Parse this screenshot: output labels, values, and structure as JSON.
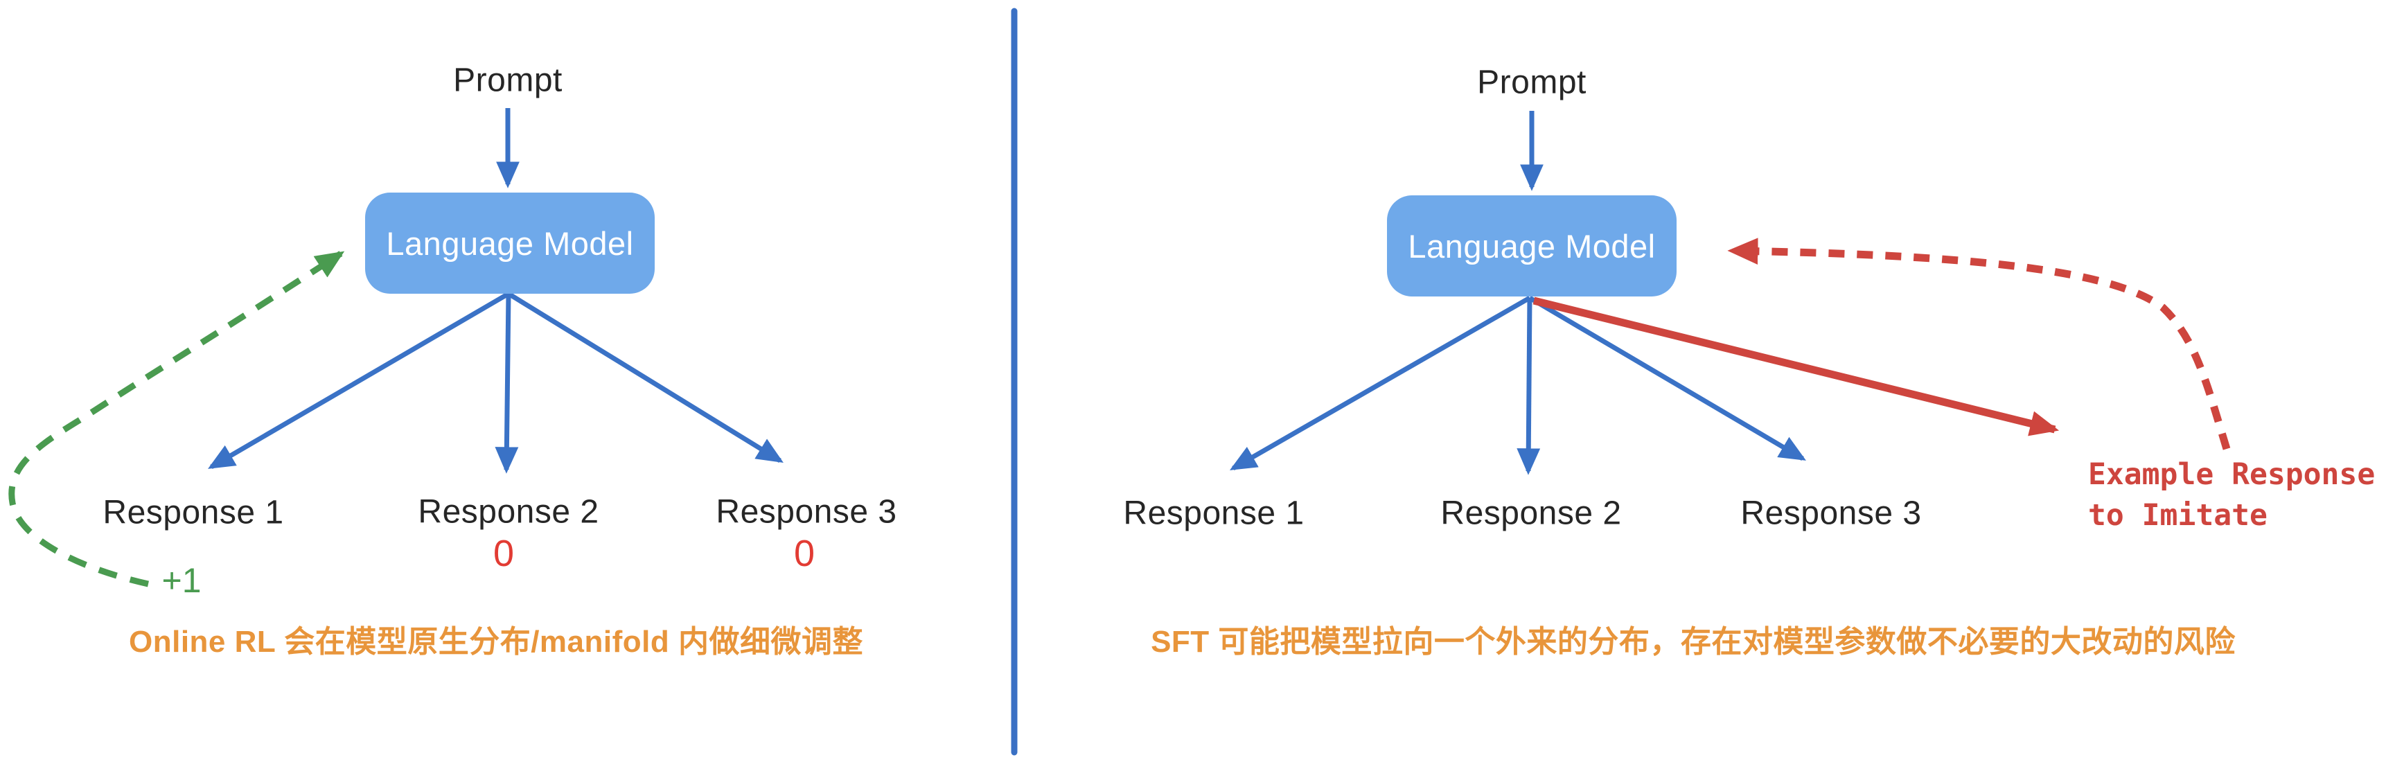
{
  "colors": {
    "arrow_blue": "#3A72C6",
    "divider_blue": "#3A70C4",
    "model_box_fill": "#6FA9EA",
    "model_box_text": "#FFFFFF",
    "reward_green": "#4A9B50",
    "sft_red": "#CE453E",
    "score_red": "#E23B33",
    "caption_orange": "#E8953B",
    "label_dark": "#262626",
    "background": "#FFFFFF"
  },
  "left_panel": {
    "prompt_label": "Prompt",
    "model_label": "Language Model",
    "responses": [
      "Response 1",
      "Response 2",
      "Response 3"
    ],
    "scores": {
      "response1": "+1",
      "response2": "0",
      "response3": "0"
    },
    "caption": "Online RL 会在模型原生分布/manifold 内做细微调整"
  },
  "right_panel": {
    "prompt_label": "Prompt",
    "model_label": "Language Model",
    "responses": [
      "Response 1",
      "Response 2",
      "Response 3"
    ],
    "example_label": "Example Response\nto Imitate",
    "caption": "SFT 可能把模型拉向一个外来的分布，存在对模型参数做不必要的大改动的风险"
  }
}
